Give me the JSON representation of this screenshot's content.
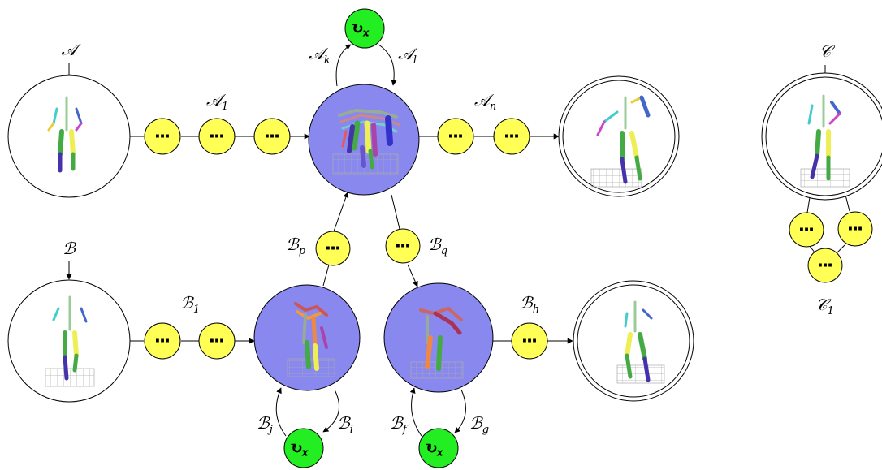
{
  "start_labels": {
    "A": "𝒜",
    "B": "ℬ",
    "C": "𝒞"
  },
  "edge_labels": {
    "A1": {
      "main": "𝒜",
      "sub": "1"
    },
    "Ak": {
      "main": "𝒜",
      "sub": "k"
    },
    "Al": {
      "main": "𝒜",
      "sub": "l"
    },
    "An": {
      "main": "𝒜",
      "sub": "n"
    },
    "B1": {
      "main": "ℬ",
      "sub": "1"
    },
    "Bp": {
      "main": "ℬ",
      "sub": "p"
    },
    "Bq": {
      "main": "ℬ",
      "sub": "q"
    },
    "Bh": {
      "main": "ℬ",
      "sub": "h"
    },
    "Bj": {
      "main": "ℬ",
      "sub": "j"
    },
    "Bi": {
      "main": "ℬ",
      "sub": "i"
    },
    "Bf": {
      "main": "ℬ",
      "sub": "f"
    },
    "Bg": {
      "main": "ℬ",
      "sub": "g"
    },
    "C1": {
      "main": "𝒞",
      "sub": "1"
    }
  },
  "intermediate_state_text": "···",
  "loop_state_text": {
    "symbol": "↻",
    "sub": "x"
  },
  "colors": {
    "intermediate_fill": "#ffff55",
    "hub_fill": "#8888ee",
    "loop_fill": "#22ee22",
    "state_stroke": "#000000",
    "edge_stroke": "#000000"
  }
}
